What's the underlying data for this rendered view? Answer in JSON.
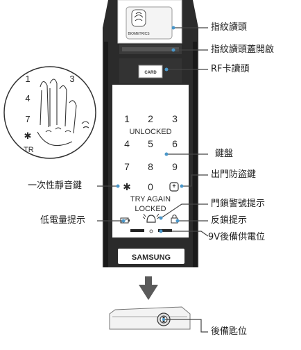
{
  "lock": {
    "sensor_brand": "BIOMETRICS",
    "card_label": "CARD",
    "brand": "SAMSUNG",
    "keys": [
      "1",
      "2",
      "3",
      "4",
      "5",
      "6",
      "7",
      "8",
      "9",
      "✱",
      "0"
    ],
    "status_unlocked": "UNLOCKED",
    "status_try_again": "TRY AGAIN",
    "status_locked": "LOCKED"
  },
  "zoom": {
    "keys": [
      "1",
      "3",
      "4",
      "7",
      "✱"
    ],
    "partial_text": "TR"
  },
  "callouts": {
    "fingerprint_reader": "指紋讀頭",
    "fingerprint_cover": "指紋讀頭蓋開啟",
    "rf_card_reader": "RF卡讀頭",
    "keypad": "鍵盤",
    "exit_alarm_key": "出門防盜鍵",
    "mute_key": "一次性靜音鍵",
    "lock_alarm_indicator": "門鎖警號提示",
    "low_battery": "低電量提示",
    "double_lock": "反鎖提示",
    "backup_9v": "9V後備供電位",
    "backup_key": "後備匙位"
  },
  "colors": {
    "lock_body": "#2b2b2b",
    "faceplate": "#ffffff",
    "arrow": "#5a5a5a",
    "callout_line": "#444444",
    "dot": "#4a97c9"
  }
}
